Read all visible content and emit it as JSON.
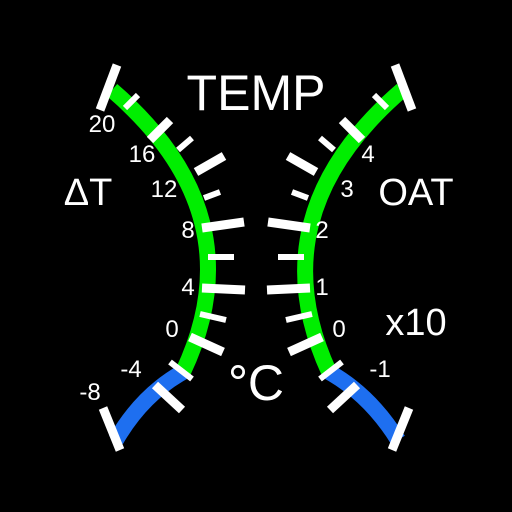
{
  "title": "TEMP",
  "unit": "°C",
  "colors": {
    "background": "#000000",
    "normal_band": "#00ee00",
    "cold_band": "#1e6ff0",
    "tick": "#ffffff",
    "text": "#ffffff"
  },
  "left_gauge": {
    "label": "ΔT",
    "scale_labels": [
      "20",
      "16",
      "12",
      "8",
      "4",
      "0",
      "-4",
      "-8"
    ],
    "scale_values": [
      20,
      16,
      12,
      8,
      4,
      0,
      -4,
      -8
    ],
    "range": [
      -8,
      20
    ],
    "bands": [
      {
        "name": "green",
        "from": 0,
        "to": 20
      },
      {
        "name": "blue",
        "from": -8,
        "to": 0
      }
    ]
  },
  "right_gauge": {
    "label": "OAT",
    "multiplier": "x10",
    "scale_labels": [
      "4",
      "3",
      "2",
      "1",
      "0",
      "-1"
    ],
    "scale_values": [
      4,
      3,
      2,
      1,
      0,
      -1
    ],
    "range": [
      -2,
      5
    ],
    "bands": [
      {
        "name": "green",
        "from": 0,
        "to": 5
      },
      {
        "name": "blue",
        "from": -2,
        "to": 0
      }
    ]
  }
}
